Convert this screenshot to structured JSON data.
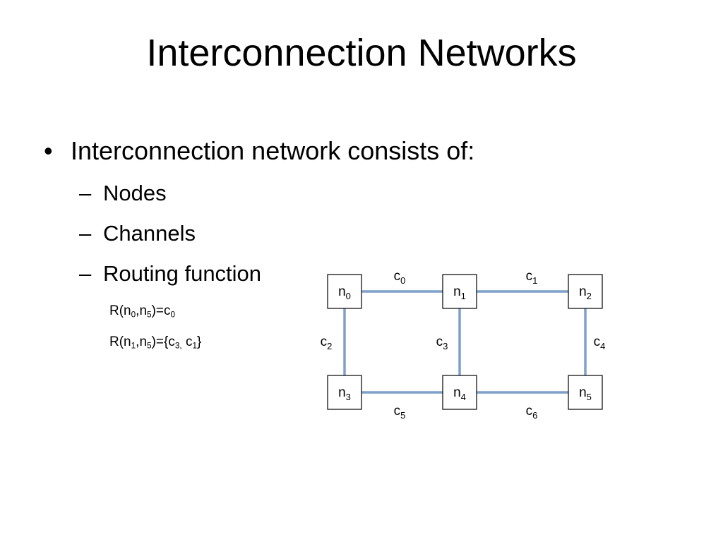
{
  "title": "Interconnection Networks",
  "bullet": "Interconnection network consists of:",
  "subitems": [
    "Nodes",
    "Channels",
    "Routing function"
  ],
  "formulas": [
    {
      "parts": [
        [
          "R(n",
          ""
        ],
        [
          "0",
          "sub"
        ],
        [
          ",n",
          ""
        ],
        [
          "5",
          "sub"
        ],
        [
          ")=c",
          ""
        ],
        [
          "0",
          "sub"
        ]
      ]
    },
    {
      "parts": [
        [
          "R(n",
          ""
        ],
        [
          "1",
          "sub"
        ],
        [
          ",n",
          ""
        ],
        [
          "5",
          "sub"
        ],
        [
          ")={c",
          ""
        ],
        [
          "3,",
          "sub"
        ],
        [
          " c",
          ""
        ],
        [
          "1",
          "sub"
        ],
        [
          "}",
          ""
        ]
      ]
    }
  ],
  "diagram": {
    "edge_color": "#7fa1c9",
    "nodes": [
      {
        "id": "n0",
        "base": "n",
        "sub": "0"
      },
      {
        "id": "n1",
        "base": "n",
        "sub": "1"
      },
      {
        "id": "n2",
        "base": "n",
        "sub": "2"
      },
      {
        "id": "n3",
        "base": "n",
        "sub": "3"
      },
      {
        "id": "n4",
        "base": "n",
        "sub": "4"
      },
      {
        "id": "n5",
        "base": "n",
        "sub": "5"
      }
    ],
    "channels": [
      {
        "id": "c0",
        "base": "c",
        "sub": "0",
        "from": "n0",
        "to": "n1"
      },
      {
        "id": "c1",
        "base": "c",
        "sub": "1",
        "from": "n1",
        "to": "n2"
      },
      {
        "id": "c2",
        "base": "c",
        "sub": "2",
        "from": "n0",
        "to": "n3"
      },
      {
        "id": "c3",
        "base": "c",
        "sub": "3",
        "from": "n1",
        "to": "n4"
      },
      {
        "id": "c4",
        "base": "c",
        "sub": "4",
        "from": "n2",
        "to": "n5"
      },
      {
        "id": "c5",
        "base": "c",
        "sub": "5",
        "from": "n3",
        "to": "n4"
      },
      {
        "id": "c6",
        "base": "c",
        "sub": "6",
        "from": "n4",
        "to": "n5"
      }
    ]
  }
}
